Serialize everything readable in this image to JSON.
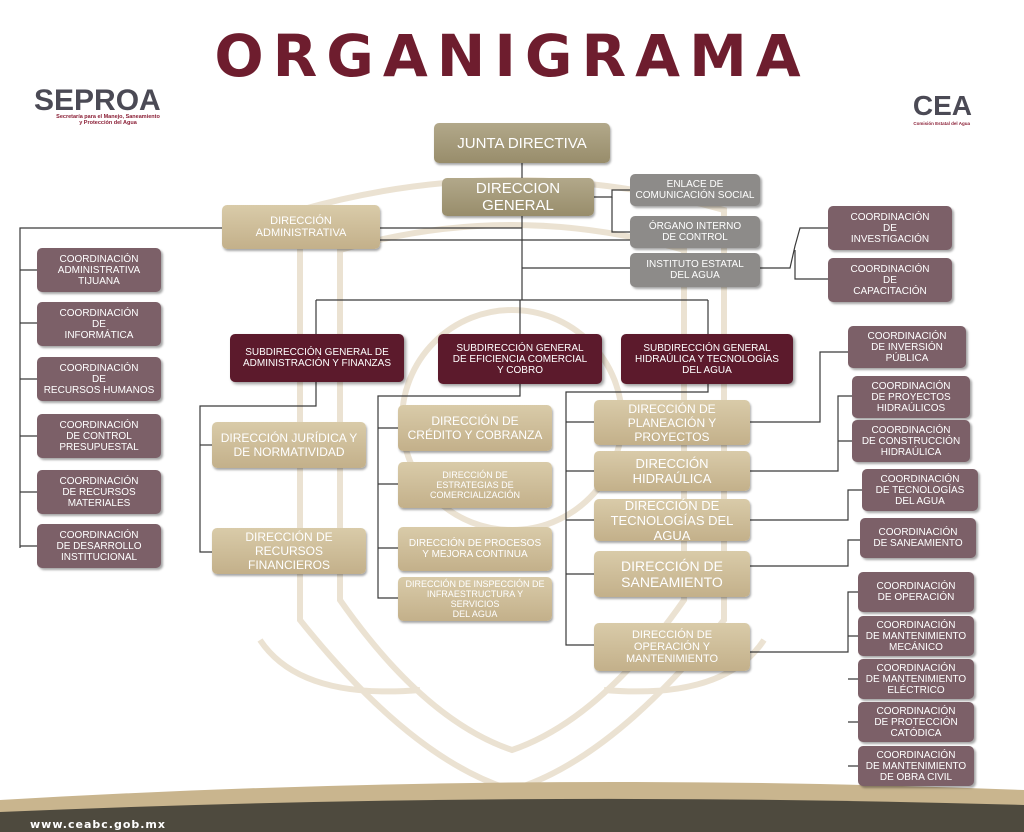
{
  "page": {
    "title": "ORGANIGRAMA",
    "footer_url": "www.ceabc.gob.mx"
  },
  "logos": {
    "left": {
      "name": "SEPROA",
      "subtitle": "Secretaría para el Manejo, Saneamiento\ny Protección del Agua"
    },
    "right": {
      "name": "CEA",
      "subtitle": "Comisión Estatal del Agua"
    }
  },
  "colors": {
    "title": "#6e1d2e",
    "wine": "#5c1a2c",
    "mauve": "#7c6068",
    "tan": "#c3b08a",
    "olive": "#988d6b",
    "grey": "#8d8b89",
    "lines": "#3a3a3a"
  },
  "units": {
    "junta": "JUNTA DIRECTIVA",
    "direccion_general": "DIRECCION GENERAL",
    "enlace": "ENLACE DE\nCOMUNICACIÓN SOCIAL",
    "organo": "ÓRGANO INTERNO\nDE CONTROL",
    "instituto": "INSTITUTO ESTATAL\nDEL AGUA",
    "coord_investigacion": "COORDINACIÓN\nDE\nINVESTIGACIÓN",
    "coord_capacitacion": "COORDINACIÓN\nDE\nCAPACITACIÓN",
    "dir_administrativa": "DIRECCIÓN\nADMINISTRATIVA",
    "coord_adm_tijuana": "COORDINACIÓN\nADMINISTRATIVA\nTIJUANA",
    "coord_informatica": "COORDINACIÓN\nDE\nINFORMÁTICA",
    "coord_rh": "COORDINACIÓN\nDE\nRECURSOS HUMANOS",
    "coord_control_presupuestal": "COORDINACIÓN\nDE CONTROL\nPRESUPUESTAL",
    "coord_rm": "COORDINACIÓN\nDE RECURSOS\nMATERIALES",
    "coord_desarrollo": "COORDINACIÓN\nDE DESARROLLO\nINSTITUCIONAL",
    "sub_adm_finanzas": "SUBDIRECCIÓN GENERAL DE\nADMINISTRACIÓN Y FINANZAS",
    "sub_eficiencia": "SUBDIRECCIÓN GENERAL\nDE EFICIENCIA COMERCIAL\nY COBRO",
    "sub_hidraulica": "SUBDIRECCIÓN GENERAL\nHIDRAÚLICA Y TECNOLOGÍAS\nDEL AGUA",
    "dir_juridica": "DIRECCIÓN JURÍDICA Y\nDE NORMATIVIDAD",
    "dir_recursos_financieros": "DIRECCIÓN DE\nRECURSOS FINANCIEROS",
    "dir_credito": "DIRECCIÓN DE\nCRÉDITO Y COBRANZA",
    "dir_estrategias": "DIRECCIÓN DE\nESTRATEGIAS DE COMERCIALIZACIÓN",
    "dir_procesos": "DIRECCIÓN DE PROCESOS\nY MEJORA CONTINUA",
    "dir_inspeccion": "DIRECCIÓN DE INSPECCIÓN DE\nINFRAESTRUCTURA Y SERVICIOS\nDEL AGUA",
    "dir_planeacion": "DIRECCIÓN DE\nPLANEACIÓN Y PROYECTOS",
    "dir_hidraulica": "DIRECCIÓN HIDRAÚLICA",
    "dir_tecnologias": "DIRECCIÓN DE\nTECNOLOGÍAS DEL AGUA",
    "dir_saneamiento": "DIRECCIÓN DE\nSANEAMIENTO",
    "dir_operacion": "DIRECCIÓN DE\nOPERACIÓN Y MANTENIMIENTO",
    "coord_inversion": "COORDINACIÓN\nDE INVERSIÓN\nPÚBLICA",
    "coord_proyectos": "COORDINACIÓN\nDE PROYECTOS\nHIDRAÚLICOS",
    "coord_construccion": "COORDINACIÓN\nDE CONSTRUCCIÓN\nHIDRAÚLICA",
    "coord_tecnologias": "COORDINACIÓN\nDE TECNOLOGÍAS\nDEL AGUA",
    "coord_saneamiento": "COORDINACIÓN\nDE SANEAMIENTO",
    "coord_operacion": "COORDINACIÓN\nDE OPERACIÓN",
    "coord_mant_mecanico": "COORDINACIÓN\nDE MANTENIMIENTO\nMECÁNICO",
    "coord_mant_electrico": "COORDINACIÓN\nDE MANTENIMIENTO\nELÉCTRICO",
    "coord_proteccion": "COORDINACIÓN\nDE PROTECCIÓN\nCATÓDICA",
    "coord_obra_civil": "COORDINACIÓN\nDE MANTENIMIENTO\nDE OBRA CIVIL"
  }
}
